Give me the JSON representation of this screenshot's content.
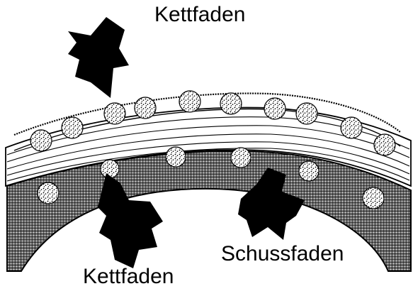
{
  "labels": {
    "warp_top": "Kettfaden",
    "warp_bottom": "Kettfaden",
    "weft": "Schussfaden"
  },
  "colors": {
    "ink": "#000000",
    "paper": "#ffffff"
  },
  "icons": {
    "arrow": "jagged-block-arrow",
    "yarn_cross_section": "stippled-circle"
  }
}
